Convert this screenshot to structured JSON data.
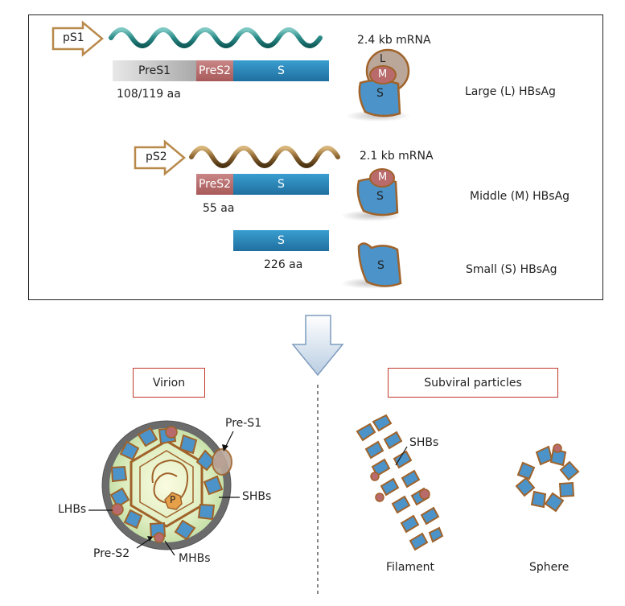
{
  "top_panel": {
    "large": {
      "promoter": "pS1",
      "mrna": "2.4 kb mRNA",
      "segments": [
        "PreS1",
        "PreS2",
        "S"
      ],
      "length": "108/119 aa",
      "protein_label": "Large (L) HBsAg",
      "shape_letters": [
        "L",
        "M",
        "S"
      ]
    },
    "middle": {
      "promoter": "pS2",
      "mrna": "2.1 kb mRNA",
      "segments": [
        "PreS2",
        "S"
      ],
      "length": "55 aa",
      "protein_label": "Middle (M) HBsAg",
      "shape_letters": [
        "M",
        "S"
      ]
    },
    "small": {
      "segments": [
        "S"
      ],
      "length": "226 aa",
      "protein_label": "Small (S) HBsAg",
      "shape_letters": [
        "S"
      ]
    }
  },
  "bottom": {
    "virion": {
      "title": "Virion",
      "labels": {
        "pre_s1": "Pre-S1",
        "shbs": "SHBs",
        "lhbs": "LHBs",
        "pre_s2": "Pre-S2",
        "mhbs": "MHBs",
        "polymerase": "P"
      }
    },
    "subviral": {
      "title": "Subviral particles",
      "shbs": "SHBs",
      "filament": "Filament",
      "sphere": "Sphere"
    }
  },
  "colors": {
    "protein_blue": "#4b93c8",
    "protein_outline": "#a0632a",
    "pres2_red": "#b96a6a",
    "pres1_grey": "#bdbdbd",
    "label_box_red": "#c0392b",
    "arrow_outline": "#b8894a"
  }
}
